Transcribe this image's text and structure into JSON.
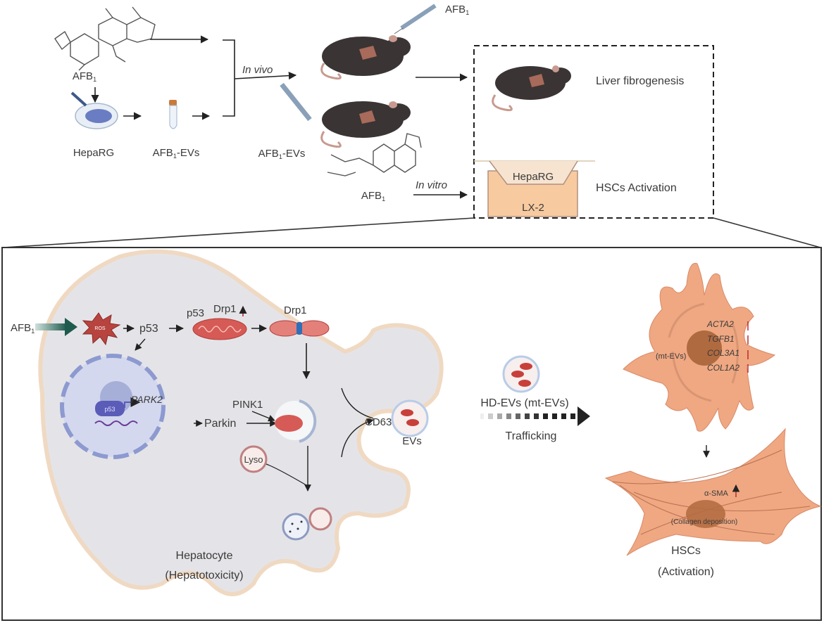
{
  "top": {
    "afb1_label": "AFB",
    "afb1_sub": "1",
    "heparg_label": "HepaRG",
    "afb1_evs_label": "AFB",
    "afb1_evs_suffix": "-EVs",
    "in_vivo": "In vivo",
    "in_vitro": "In vitro",
    "mouse_injection_top": "AFB",
    "mouse_injection_bottom": "AFB",
    "afb1_second_label": "AFB",
    "outcome_box": {
      "liver_fibrogenesis": "Liver fibrogenesis",
      "hscs_activation": "HSCs Activation",
      "transwell_top": "HepaRG",
      "transwell_bottom": "LX-2"
    }
  },
  "hepatocyte": {
    "afb1": "AFB",
    "ros": "ROS",
    "p53_1": "p53",
    "p53_2": "p53",
    "drp1_up": "Drp1",
    "drp1": "Drp1",
    "nucleus_p53": "p53",
    "park2": "PARK2",
    "parkin": "Parkin",
    "pink1": "PINK1",
    "lyso": "Lyso",
    "cd63": "CD63",
    "evs": "EVs",
    "cell_name": "Hepatocyte",
    "cell_state": "(Hepatotoxicity)"
  },
  "trafficking": {
    "hd_evs": "HD-EVs (mt-EVs)",
    "label": "Trafficking"
  },
  "hsc": {
    "mt_evs": "(mt-EVs)",
    "genes": [
      "ACTA2",
      "TGFB1",
      "COL3A1",
      "COL1A2"
    ],
    "alpha_sma": "α-SMA",
    "collagen": "(Collagen deposition)",
    "cell_name": "HSCs",
    "cell_state": "(Activation)"
  },
  "colors": {
    "up_arrow": "#c0282d",
    "mito": "#d65a55",
    "cell_fill": "#e4e4e8",
    "membrane": "#f0d9c2",
    "hsc_fill": "#efa882",
    "nucleus": "#aab4e0",
    "mouse": "#3a3434"
  }
}
